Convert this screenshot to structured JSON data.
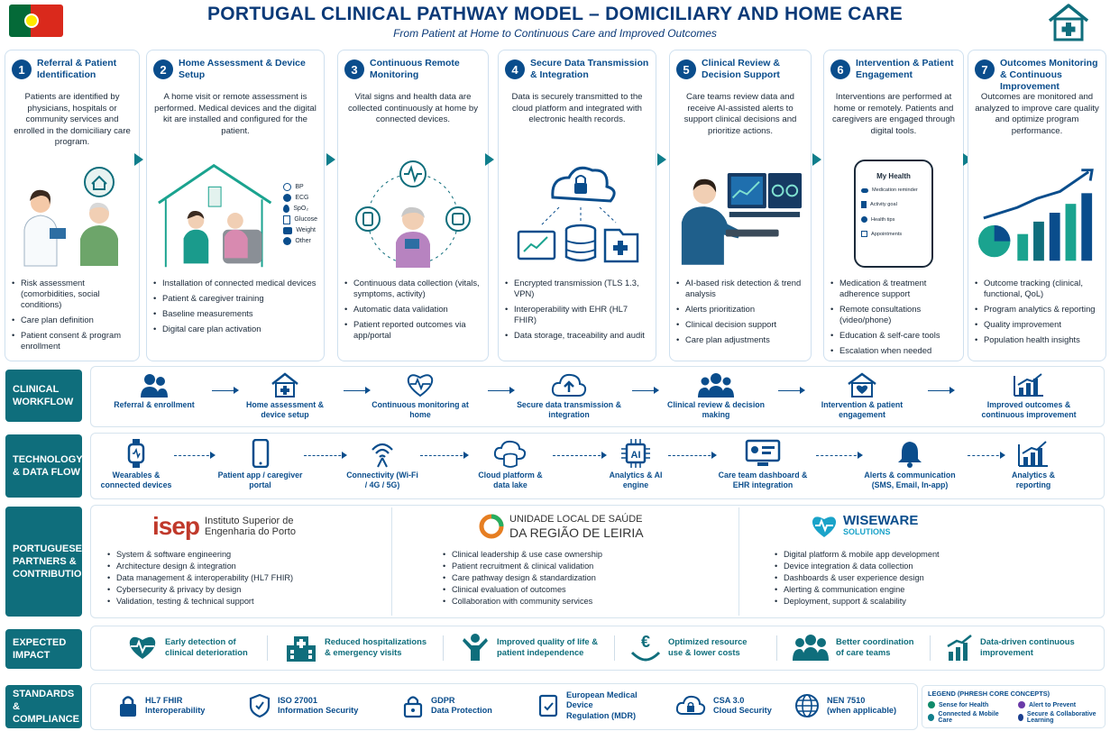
{
  "header": {
    "title": "PORTUGAL CLINICAL PATHWAY MODEL – DOMICILIARY AND HOME CARE",
    "subtitle": "From Patient at Home to Continuous Care and Improved Outcomes"
  },
  "steps": [
    {
      "num": "1",
      "title": "Referral & Patient Identification",
      "desc": "Patients are identified by physicians, hospitals or community services and enrolled in the domiciliary care program.",
      "items": [
        "Risk assessment (comorbidities, social conditions)",
        "Care plan definition",
        "Patient consent & program enrollment"
      ]
    },
    {
      "num": "2",
      "title": "Home Assessment & Device Setup",
      "desc": "A home visit or remote assessment is performed. Medical devices and the digital kit are installed and configured for the patient.",
      "items": [
        "Installation of connected medical devices",
        "Patient & caregiver training",
        "Baseline measurements",
        "Digital care plan activation"
      ],
      "devices": [
        "BP",
        "ECG",
        "SpO₂",
        "Glucose",
        "Weight",
        "Other"
      ]
    },
    {
      "num": "3",
      "title": "Continuous Remote Monitoring",
      "desc": "Vital signs and health data are collected continuously at home by connected devices.",
      "items": [
        "Continuous data collection (vitals, symptoms, activity)",
        "Automatic data validation",
        "Patient reported outcomes via app/portal"
      ]
    },
    {
      "num": "4",
      "title": "Secure Data Transmission & Integration",
      "desc": "Data is securely transmitted to the cloud platform and integrated with electronic health records.",
      "items": [
        "Encrypted transmission (TLS 1.3, VPN)",
        "Interoperability with EHR (HL7 FHIR)",
        "Data storage, traceability and audit"
      ]
    },
    {
      "num": "5",
      "title": "Clinical Review & Decision Support",
      "desc": "Care teams review data and receive AI-assisted alerts to support clinical decisions and prioritize actions.",
      "items": [
        "AI-based risk detection & trend analysis",
        "Alerts prioritization",
        "Clinical decision support",
        "Care plan adjustments"
      ]
    },
    {
      "num": "6",
      "title": "Intervention & Patient Engagement",
      "desc": "Interventions are performed at home or remotely. Patients and caregivers are engaged through digital tools.",
      "items": [
        "Medication & treatment adherence support",
        "Remote consultations (video/phone)",
        "Education & self-care tools",
        "Escalation when needed"
      ],
      "app": {
        "title": "My Health",
        "rows": [
          "Medication reminder",
          "Activity goal",
          "Health tips",
          "Appointments"
        ]
      }
    },
    {
      "num": "7",
      "title": "Outcomes Monitoring & Continuous Improvement",
      "desc": "Outcomes are monitored and analyzed to improve care quality and optimize program performance.",
      "items": [
        "Outcome tracking (clinical, functional, QoL)",
        "Program analytics & reporting",
        "Quality improvement",
        "Population health insights"
      ]
    }
  ],
  "workflow": {
    "label": "CLINICAL WORKFLOW",
    "items": [
      "Referral & enrollment",
      "Home assessment & device setup",
      "Continuous monitoring at home",
      "Secure data transmission & integration",
      "Clinical review & decision making",
      "Intervention & patient engagement",
      "Improved outcomes & continuous improvement"
    ]
  },
  "techflow": {
    "label": "TECHNOLOGY & DATA FLOW",
    "items": [
      "Wearables & connected devices",
      "Patient app / caregiver portal",
      "Connectivity (Wi-Fi / 4G / 5G)",
      "Cloud platform & data lake",
      "Analytics & AI engine",
      "Care team dashboard & EHR integration",
      "Alerts & communication (SMS, Email, In-app)",
      "Analytics & reporting"
    ]
  },
  "partners": {
    "label": "PORTUGUESE PARTNERS & CONTRIBUTIONS",
    "list": [
      {
        "logo_text": "isep",
        "name": "Instituto Superior de Engenharia do Porto",
        "items": [
          "System & software engineering",
          "Architecture design & integration",
          "Data management & interoperability (HL7 FHIR)",
          "Cybersecurity & privacy by design",
          "Validation, testing & technical support"
        ]
      },
      {
        "logo_text": "UNIDADE LOCAL DE SAÚDE",
        "name": "DA REGIÃO DE LEIRIA",
        "items": [
          "Clinical leadership & use case ownership",
          "Patient recruitment & clinical validation",
          "Care pathway design & standardization",
          "Clinical evaluation of outcomes",
          "Collaboration with community services"
        ]
      },
      {
        "logo_text": "WISEWARE",
        "name": "SOLUTIONS",
        "items": [
          "Digital platform & mobile app development",
          "Device integration & data collection",
          "Dashboards & user experience design",
          "Alerting & communication engine",
          "Deployment, support & scalability"
        ]
      }
    ]
  },
  "impact": {
    "label": "EXPECTED IMPACT",
    "items": [
      "Early detection of clinical deterioration",
      "Reduced hospitalizations & emergency visits",
      "Improved quality of life & patient independence",
      "Optimized resource use & lower costs",
      "Better coordination of care teams",
      "Data-driven continuous improvement"
    ]
  },
  "standards": {
    "label": "STANDARDS & COMPLIANCE",
    "items": [
      {
        "name": "HL7 FHIR",
        "sub": "Interoperability"
      },
      {
        "name": "ISO 27001",
        "sub": "Information Security"
      },
      {
        "name": "GDPR",
        "sub": "Data Protection"
      },
      {
        "name": "European Medical Device",
        "sub": "Regulation (MDR)"
      },
      {
        "name": "CSA 3.0",
        "sub": "Cloud Security"
      },
      {
        "name": "NEN 7510",
        "sub": "(when applicable)"
      }
    ]
  },
  "legend": {
    "title": "LEGEND (PHRESH CORE CONCEPTS)",
    "items": [
      {
        "label": "Sense for Health",
        "color": "#0f8a6a"
      },
      {
        "label": "Alert to Prevent",
        "color": "#6a3aa8"
      },
      {
        "label": "Connected & Mobile Care",
        "color": "#0f7e8c"
      },
      {
        "label": "Secure & Collaborative Learning",
        "color": "#1b3f8f"
      }
    ]
  },
  "colors": {
    "primary": "#0a4d8c",
    "teal": "#0f6e7c",
    "accent": "#0f7e8c"
  }
}
